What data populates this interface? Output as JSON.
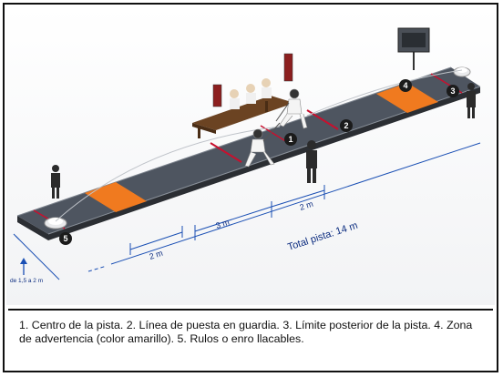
{
  "diagram": {
    "markers": [
      "1",
      "2",
      "3",
      "4",
      "5"
    ],
    "dim_labels": {
      "total": "Total pista: 14 m",
      "d3m": "3 m",
      "d2m_a": "2 m",
      "d2m_b": "2 m",
      "width": "de 1,5 a 2 m"
    }
  },
  "caption": {
    "text": "1. Centro de la pista. 2. Línea de puesta en guardia.  3. Límite posterior de la pista.  4. Zona de advertencia (color amarillo).  5. Rulos o enro llacables."
  },
  "colors": {
    "piste": "#4e5560",
    "warning_zone": "#f07a1f",
    "line": "#c8102e",
    "dimension": "#1a4fb4",
    "marker": "#1b1b1b"
  }
}
